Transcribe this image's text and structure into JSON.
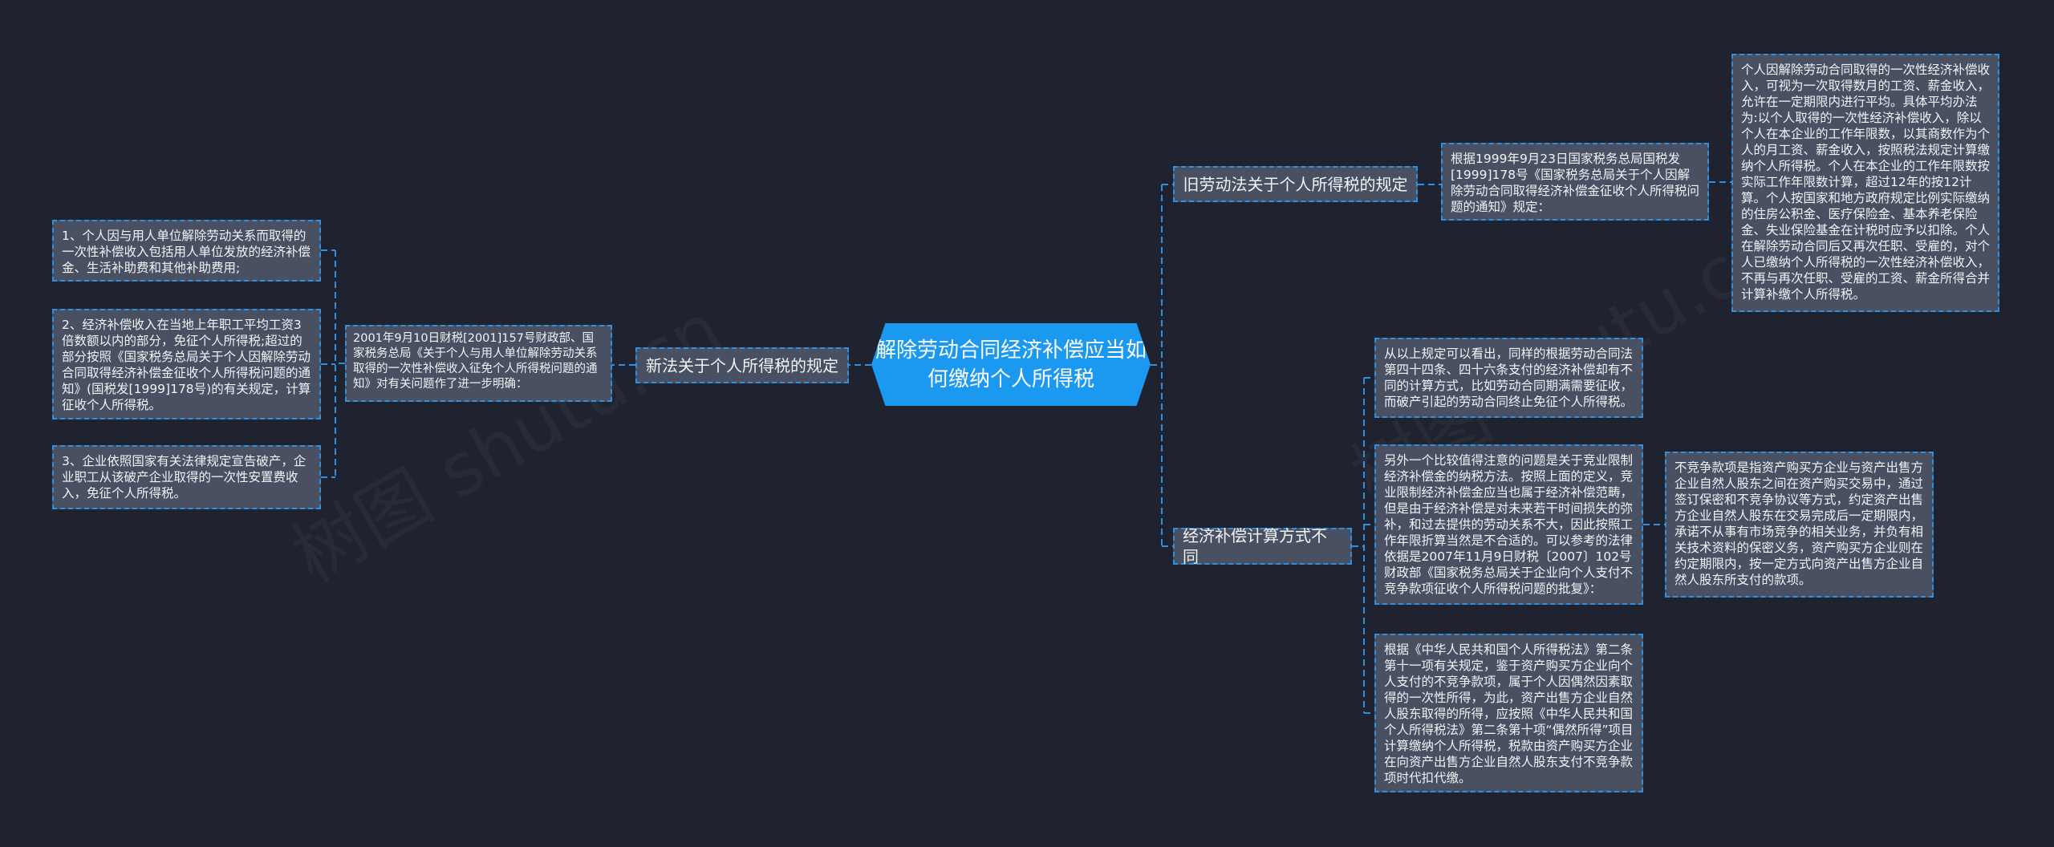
{
  "root": {
    "title": "解除劳动合同经济补偿应当如何缴纳个人所得税"
  },
  "left": {
    "branch": "新法关于个人所得税的规定",
    "intro": "2001年9月10日财税[2001]157号财政部、国家税务总局《关于个人与用人单位解除劳动关系取得的一次性补偿收入征免个人所得税问题的通知》对有关问题作了进一步明确：",
    "items": [
      "1、个人因与用人单位解除劳动关系而取得的一次性补偿收入包括用人单位发放的经济补偿金、生活补助费和其他补助费用;",
      "2、经济补偿收入在当地上年职工平均工资3倍数额以内的部分，免征个人所得税;超过的部分按照《国家税务总局关于个人因解除劳动合同取得经济补偿金征收个人所得税问题的通知》(国税发[1999]178号)的有关规定，计算征收个人所得税。",
      "3、企业依照国家有关法律规定宣告破产，企业职工从该破产企业取得的一次性安置费收入，免征个人所得税。"
    ]
  },
  "right_top": {
    "branch": "旧劳动法关于个人所得税的规定",
    "intro": "根据1999年9月23日国家税务总局国税发[1999]178号《国家税务总局关于个人因解除劳动合同取得经济补偿金征收个人所得税问题的通知》规定：",
    "detail": "个人因解除劳动合同取得的一次性经济补偿收入，可视为一次取得数月的工资、薪金收入，允许在一定期限内进行平均。具体平均办法为:以个人取得的一次性经济补偿收入，除以个人在本企业的工作年限数，以其商数作为个人的月工资、薪金收入，按照税法规定计算缴纳个人所得税。个人在本企业的工作年限数按实际工作年限数计算，超过12年的按12计算。个人按国家和地方政府规定比例实际缴纳的住房公积金、医疗保险金、基本养老保险金、失业保险基金在计税时应予以扣除。个人在解除劳动合同后又再次任职、受雇的，对个人已缴纳个人所得税的一次性经济补偿收入，不再与再次任职、受雇的工资、薪金所得合并计算补缴个人所得税。"
  },
  "right_bottom": {
    "branch": "经济补偿计算方式不同",
    "items": [
      "从以上规定可以看出，同样的根据劳动合同法第四十四条、四十六条支付的经济补偿却有不同的计算方式，比如劳动合同期满需要征收，而破产引起的劳动合同终止免征个人所得税。",
      "另外一个比较值得注意的问题是关于竞业限制经济补偿金的纳税方法。按照上面的定义，竞业限制经济补偿金应当也属于经济补偿范畴，但是由于经济补偿是对未来若干时间损失的弥补，和过去提供的劳动关系不大，因此按照工作年限折算当然是不合适的。可以参考的法律依据是2007年11月9日财税〔2007〕102号财政部《国家税务总局关于企业向个人支付不竞争款项征收个人所得税问题的批复》：",
      "根据《中华人民共和国个人所得税法》第二条第十一项有关规定，鉴于资产购买方企业向个人支付的不竞争款项，属于个人因偶然因素取得的一次性所得，为此，资产出售方企业自然人股东取得的所得，应按照《中华人民共和国个人所得税法》第二条第十项“偶然所得”项目计算缴纳个人所得税，税款由资产购买方企业在向资产出售方企业自然人股东支付不竞争款项时代扣代缴。"
    ],
    "sub_detail": "不竞争款项是指资产购买方企业与资产出售方企业自然人股东之间在资产购买交易中，通过签订保密和不竞争协议等方式，约定资产出售方企业自然人股东在交易完成后一定期限内，承诺不从事有市场竞争的相关业务，并负有相关技术资料的保密义务，资产购买方企业则在约定期限内，按一定方式向资产出售方企业自然人股东所支付的款项。"
  },
  "colors": {
    "background": "#1f2330",
    "node": "#485061",
    "accent": "#1b98f0",
    "line": "#2f8fe0"
  }
}
